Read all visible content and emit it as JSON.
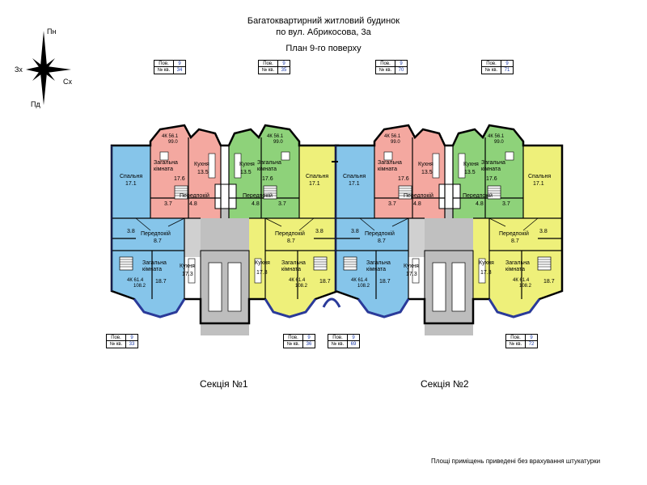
{
  "header": {
    "line1": "Багатоквартирний житловий будинок",
    "line2": "по вул. Абрикосова, 3а",
    "line3": "План 9-го поверху"
  },
  "compass": {
    "north": "Пн",
    "south": "Пд",
    "west": "Зх",
    "east": "Сх"
  },
  "tag_labels": {
    "floor": "Пов.",
    "apt": "№ кв."
  },
  "apartments": [
    {
      "floor": "9",
      "num": "34"
    },
    {
      "floor": "9",
      "num": "35"
    },
    {
      "floor": "9",
      "num": "70"
    },
    {
      "floor": "9",
      "num": "71"
    },
    {
      "floor": "9",
      "num": "33"
    },
    {
      "floor": "9",
      "num": "36"
    },
    {
      "floor": "9",
      "num": "69"
    },
    {
      "floor": "9",
      "num": "72"
    }
  ],
  "rooms": {
    "bedroom": "Спальня",
    "living": "Загальна кімната",
    "kitchen": "Кухня",
    "hall": "Передпокій"
  },
  "areas": {
    "bedroom_top": "17.1",
    "living_top": "17.6",
    "kitchen_top": "13.5",
    "bath": "3.7",
    "hall_top": "4.8",
    "bath_bot": "3.8",
    "hall_bot": "8.7",
    "living_bot": "18.7",
    "kitchen_bot": "17.3"
  },
  "apt_summary": {
    "top": {
      "rooms": "4К",
      "living": "56.1",
      "total": "99.0"
    },
    "bottom": {
      "rooms": "4К",
      "living": "61.4",
      "total": "108.2"
    }
  },
  "sections": [
    "Секція №1",
    "Секція №2"
  ],
  "note": "Площі приміщень приведені без врахування штукатурки",
  "colors": {
    "blue": "#86c5ea",
    "pink": "#f4a8a0",
    "green": "#8ed27a",
    "yellow": "#eef07a",
    "grey": "#c0c0c0"
  }
}
